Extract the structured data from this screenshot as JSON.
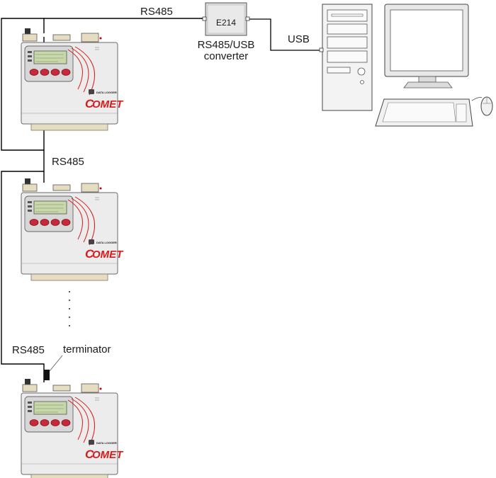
{
  "labels": {
    "rs485_top": "RS485",
    "rs485_middle": "RS485",
    "rs485_bottom": "RS485",
    "terminator": "terminator",
    "converter_model": "E214",
    "converter_caption_line1": "RS485/USB",
    "converter_caption_line2": "converter",
    "usb": "USB"
  },
  "logger": {
    "brand": "OMET",
    "brand_initial": "C",
    "badge_text": "DATA LOGGER"
  },
  "colors": {
    "cable": "#000000",
    "device_body": "#ececec",
    "lcd": "#c8d8a8",
    "button_red": "#c8283a",
    "brand_red": "#d81c1c",
    "connector": "#e6dcc0"
  },
  "icons": {
    "computer": "desktop-computer",
    "mouse": "mouse",
    "keyboard": "keyboard",
    "monitor": "monitor"
  }
}
